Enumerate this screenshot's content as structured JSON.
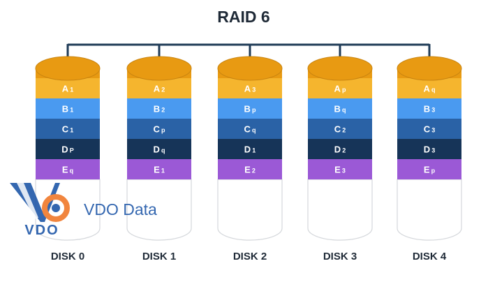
{
  "title": "RAID 6",
  "colors": {
    "cap": "#e89a12",
    "connector": "#1f3b57",
    "rows": [
      "#f5b52e",
      "#4a9af0",
      "#2a62a6",
      "#163458",
      "#9b59d6"
    ],
    "empty": "#ffffff",
    "outline": "#d4d7db"
  },
  "disks": [
    {
      "label": "DISK 0",
      "blocks": [
        {
          "text": "A",
          "sub": "1"
        },
        {
          "text": "B",
          "sub": "1"
        },
        {
          "text": "C",
          "sub": "1"
        },
        {
          "text": "D",
          "sub": "P"
        },
        {
          "text": "E",
          "sub": "q"
        }
      ]
    },
    {
      "label": "DISK 1",
      "blocks": [
        {
          "text": "A",
          "sub": "2"
        },
        {
          "text": "B",
          "sub": "2"
        },
        {
          "text": "C",
          "sub": "p"
        },
        {
          "text": "D",
          "sub": "q"
        },
        {
          "text": "E",
          "sub": "1"
        }
      ]
    },
    {
      "label": "DISK 2",
      "blocks": [
        {
          "text": "A",
          "sub": "3"
        },
        {
          "text": "B",
          "sub": "p"
        },
        {
          "text": "C",
          "sub": "q"
        },
        {
          "text": "D",
          "sub": "1"
        },
        {
          "text": "E",
          "sub": "2"
        }
      ]
    },
    {
      "label": "DISK 3",
      "blocks": [
        {
          "text": "A",
          "sub": "p"
        },
        {
          "text": "B",
          "sub": "q"
        },
        {
          "text": "C",
          "sub": "2"
        },
        {
          "text": "D",
          "sub": "2"
        },
        {
          "text": "E",
          "sub": "3"
        }
      ]
    },
    {
      "label": "DISK 4",
      "blocks": [
        {
          "text": "A",
          "sub": "q"
        },
        {
          "text": "B",
          "sub": "3"
        },
        {
          "text": "C",
          "sub": "3"
        },
        {
          "text": "D",
          "sub": "3"
        },
        {
          "text": "E",
          "sub": "p"
        }
      ]
    }
  ],
  "watermark": {
    "name": "VDO Data",
    "logo_text": "VDO",
    "logo_colors": [
      "#1f57a8",
      "#f0782a"
    ]
  }
}
